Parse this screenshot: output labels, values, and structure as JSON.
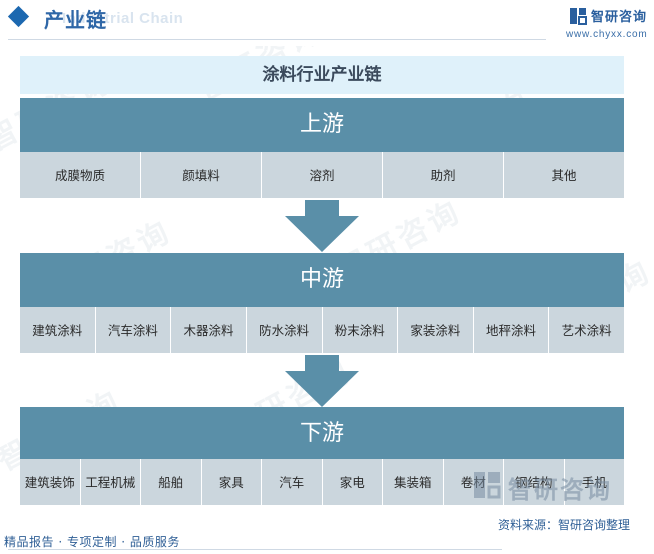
{
  "header": {
    "title": "产业链",
    "title_ghost": "Industrial Chain",
    "brand_name": "智研咨询",
    "brand_url": "www.chyxx.com"
  },
  "watermark": {
    "text": "智研咨询"
  },
  "diagram": {
    "title": "涂料行业产业链",
    "stages": [
      {
        "name": "上游",
        "items": [
          "成膜物质",
          "颜填料",
          "溶剂",
          "助剂",
          "其他"
        ]
      },
      {
        "name": "中游",
        "items": [
          "建筑涂料",
          "汽车涂料",
          "木器涂料",
          "防水涂料",
          "粉末涂料",
          "家装涂料",
          "地秤涂料",
          "艺术涂料"
        ]
      },
      {
        "name": "下游",
        "items": [
          "建筑装饰",
          "工程机械",
          "船舶",
          "家具",
          "汽车",
          "家电",
          "集装箱",
          "卷材",
          "钢结构",
          "手机"
        ]
      }
    ]
  },
  "footer": {
    "services": "精品报告 · 专项定制 · 品质服务",
    "logo_text": "智研咨询",
    "source": "资料来源：智研咨询整理"
  },
  "colors": {
    "stage_header": "#5a8fa8",
    "stage_row": "#cbd6dd",
    "arrow": "#5a8fa8",
    "title_band": "#dff1fa",
    "brand_blue": "#2f67a7"
  }
}
